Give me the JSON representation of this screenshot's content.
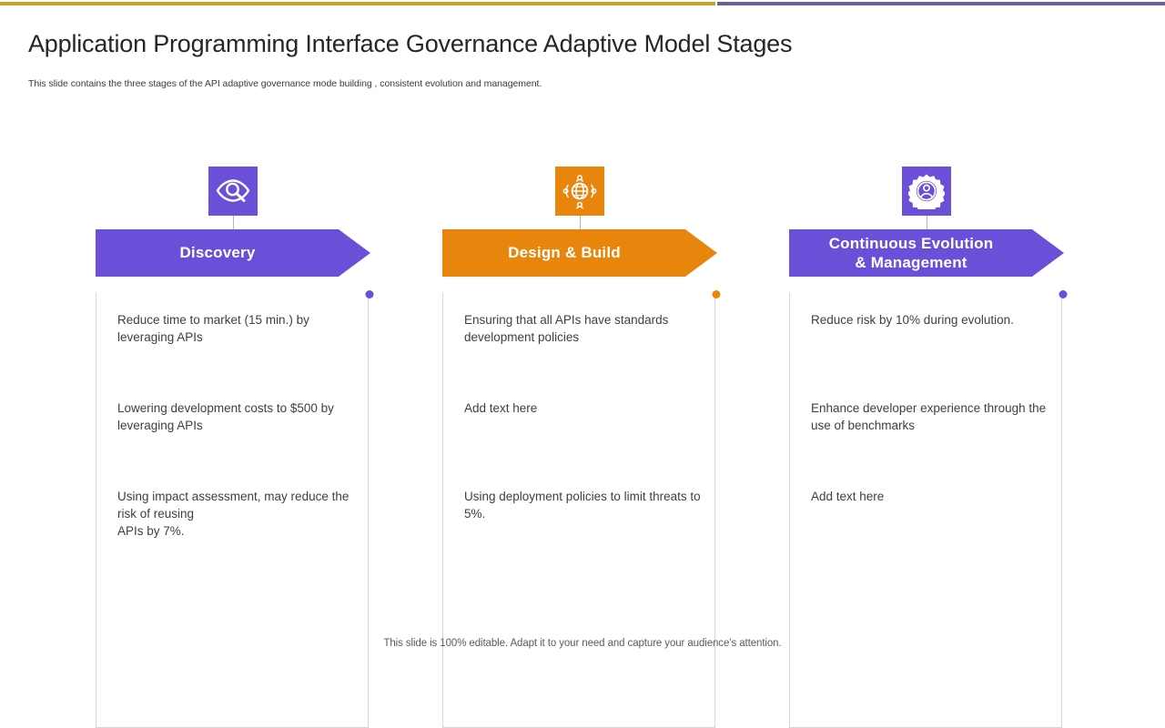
{
  "theme": {
    "accent_gold": "#c8a22a",
    "accent_purple_bar": "#6b5f9e",
    "purple": "#6b4fd8",
    "orange": "#e8850c",
    "panel_border": "#d6d6d6",
    "body_text": "#3f3f3f"
  },
  "header": {
    "title": "Application Programming Interface Governance Adaptive Model Stages",
    "subtitle": "This slide contains the three stages of the API adaptive governance mode building , consistent evolution and management."
  },
  "stages": [
    {
      "id": "discovery",
      "title": "Discovery",
      "color": "#6b4fd8",
      "icon": "eye-search-icon",
      "items": [
        "Reduce time to market (15 min.) by leveraging APIs",
        "Lowering development costs to $500 by leveraging APIs",
        "Using impact assessment, may reduce the risk of reusing\nAPIs by 7%."
      ]
    },
    {
      "id": "design-build",
      "title": "Design & Build",
      "color": "#e8850c",
      "icon": "globe-network-icon",
      "items": [
        "Ensuring that all APIs have standards development policies",
        "Add text here",
        " Using deployment policies to limit threats to 5%."
      ]
    },
    {
      "id": "continuous-evolution",
      "title": "Continuous Evolution\n& Management",
      "color": "#6b4fd8",
      "icon": "gear-user-icon",
      "items": [
        "Reduce risk by 10% during evolution.",
        "Enhance developer experience through the use of benchmarks",
        "Add text here"
      ]
    }
  ],
  "footer": {
    "note": "This slide is 100% editable. Adapt it to your need and capture your audience’s attention."
  }
}
